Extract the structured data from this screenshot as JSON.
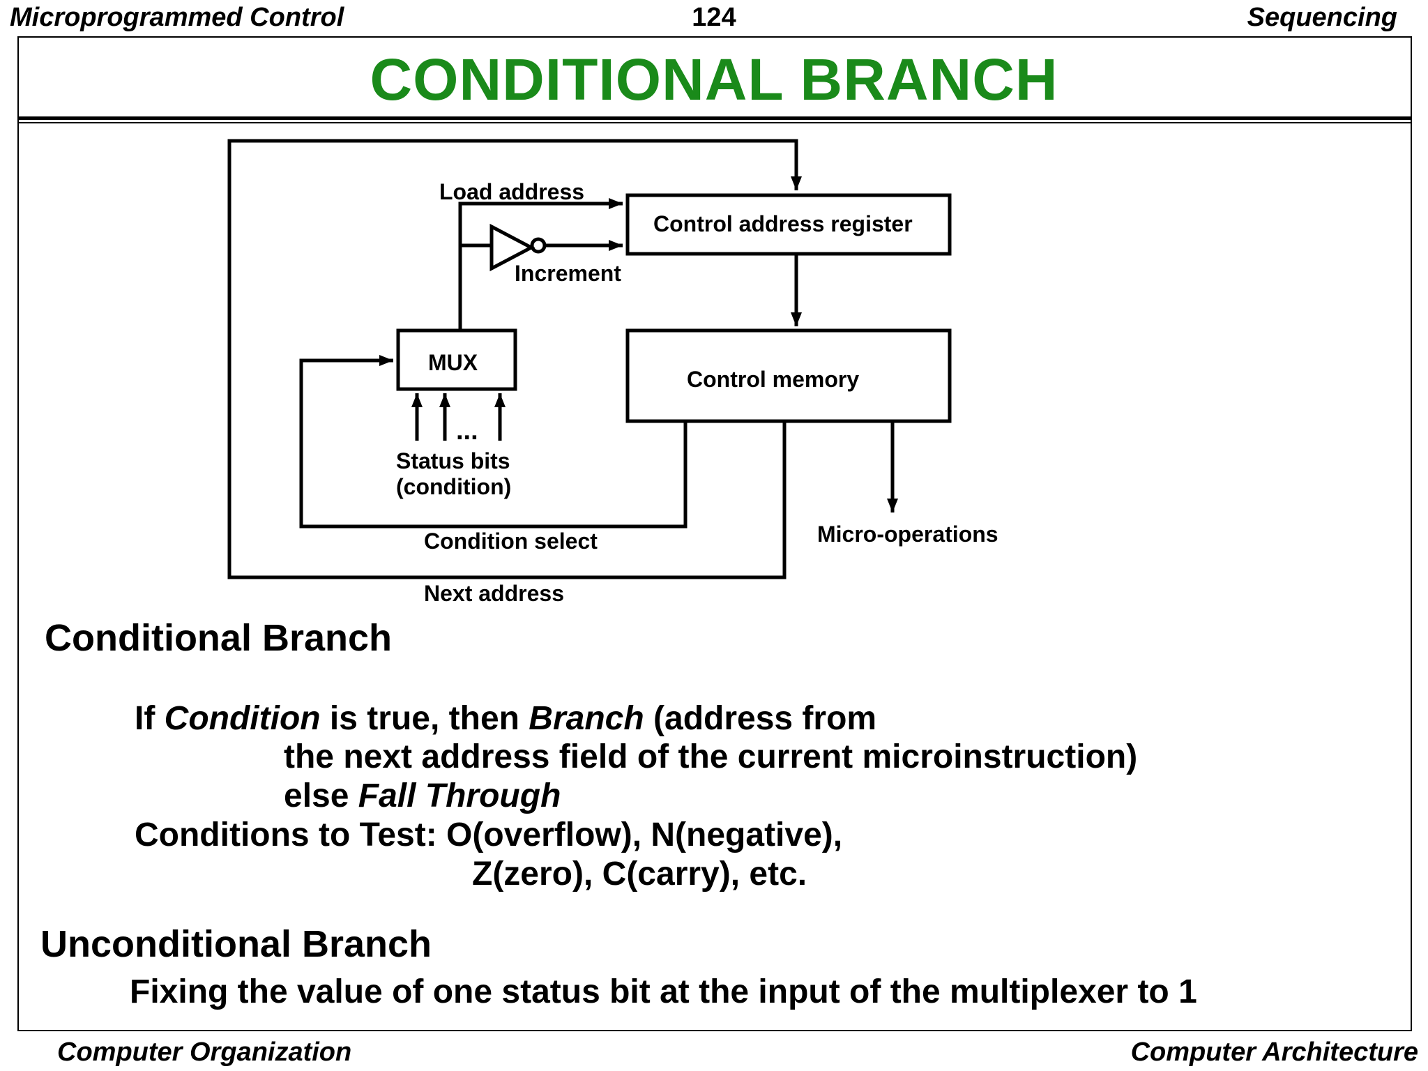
{
  "header": {
    "left": "Microprogrammed Control",
    "page_number": "124",
    "right": "Sequencing"
  },
  "title": "CONDITIONAL  BRANCH",
  "diagram": {
    "load_address": "Load address",
    "control_address_register": "Control address register",
    "increment": "Increment",
    "mux": "MUX",
    "control_memory": "Control memory",
    "ellipsis": "...",
    "status_bits": "Status  bits",
    "condition": "(condition)",
    "condition_select": "Condition select",
    "micro_operations": "Micro-operations",
    "next_address": "Next address"
  },
  "conditional": {
    "heading": "Conditional Branch",
    "line1_a": "If ",
    "line1_b": "Condition",
    "line1_c": "  is true, then ",
    "line1_d": "Branch",
    "line1_e": " (address from",
    "line2": "the next address field of the current microinstruction)",
    "line3_a": "else ",
    "line3_b": "Fall Through",
    "line4": "Conditions to Test: O(overflow), N(negative),",
    "line5": "Z(zero), C(carry), etc."
  },
  "unconditional": {
    "heading": "Unconditional Branch",
    "line1": "Fixing the value of one status bit at the input of the multiplexer to 1"
  },
  "footer": {
    "left": "Computer Organization",
    "right": "Computer Architecture"
  },
  "colors": {
    "title": "#1a8a1a"
  }
}
